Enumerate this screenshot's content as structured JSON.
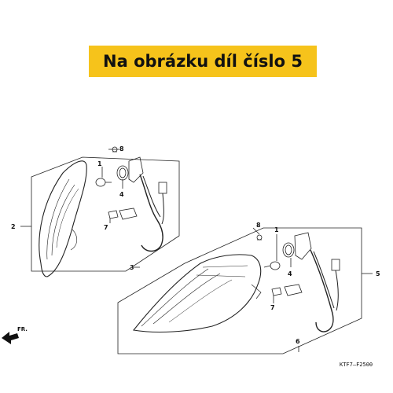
{
  "banner": {
    "text": "Na obrázku díl číslo 5",
    "color": "#f6c31b"
  },
  "diagram": {
    "callouts": [
      "1",
      "2",
      "3",
      "4",
      "7",
      "8",
      "8",
      "1",
      "4",
      "7",
      "5",
      "6"
    ],
    "front_marker": "FR.",
    "figure_code": "KTF7—F2500"
  }
}
